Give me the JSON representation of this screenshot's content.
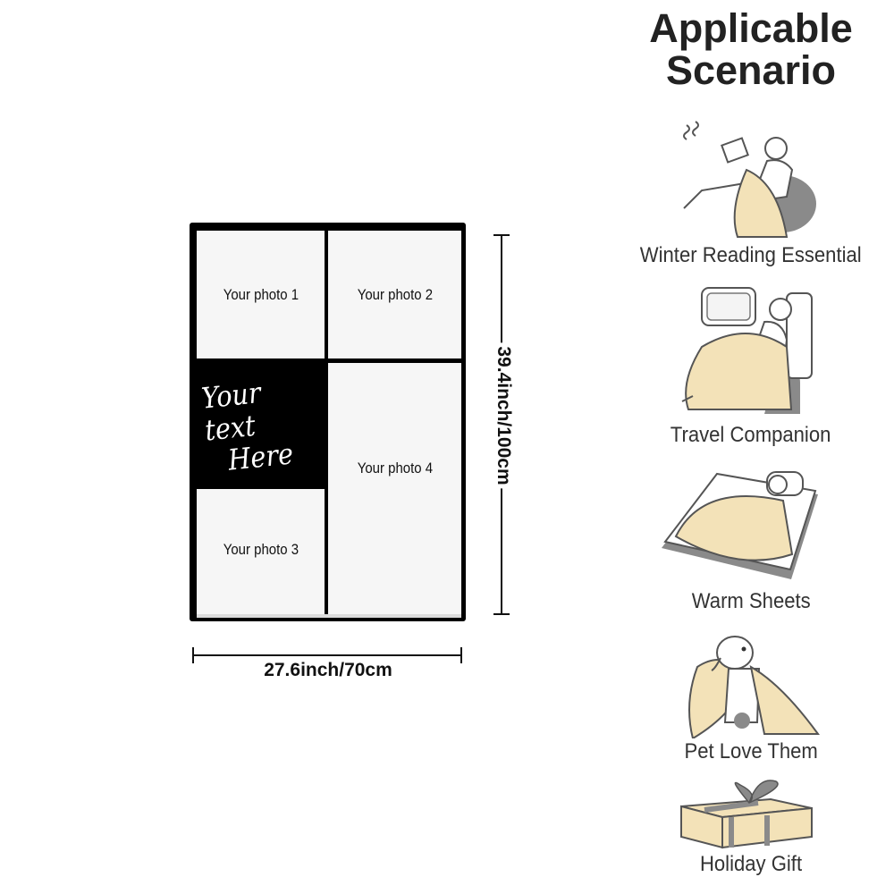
{
  "blanket": {
    "photo1": "Your photo 1",
    "photo2": "Your photo 2",
    "photo3": "Your photo 3",
    "photo4": "Your photo 4",
    "text_line1": "Your text",
    "text_line2": "Here"
  },
  "dimensions": {
    "height_label": "39.4inch/100cm",
    "width_label": "27.6inch/70cm"
  },
  "scenarios": {
    "heading_line1": "Applicable",
    "heading_line2": "Scenario",
    "items": [
      {
        "label": "Winter Reading Essential",
        "icon": "reading-illustration"
      },
      {
        "label": "Travel Companion",
        "icon": "travel-illustration"
      },
      {
        "label": "Warm Sheets",
        "icon": "bed-illustration"
      },
      {
        "label": "Pet Love Them",
        "icon": "dog-illustration"
      },
      {
        "label": "Holiday Gift",
        "icon": "gift-illustration"
      }
    ]
  },
  "colors": {
    "blanket_tan": "#f3e2b8",
    "outline": "#555555",
    "gray_fill": "#8a8a8a"
  }
}
